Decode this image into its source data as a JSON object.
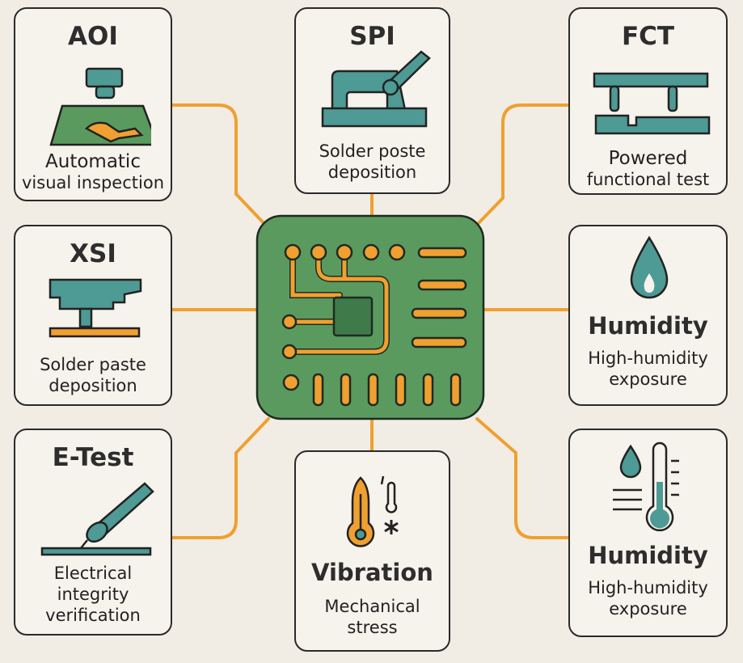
{
  "colors": {
    "background": "#f1ede4",
    "card": "#f6f2ec",
    "teal": "#4e9a94",
    "orange": "#f0a030",
    "pcb_green": "#5a9a5e",
    "outline": "#2a2a2a"
  },
  "center": {
    "icon": "pcb-chip-icon"
  },
  "nodes": {
    "aoi": {
      "title": "AOI",
      "desc": [
        "Automatic",
        "visual inspection"
      ],
      "icon": "camera-inspection-icon"
    },
    "spi": {
      "title": "SPI",
      "desc": [
        "Solder poste",
        "deposition"
      ],
      "icon": "solder-printer-icon"
    },
    "fct": {
      "title": "FCT",
      "desc": [
        "Powered",
        "functional test"
      ],
      "icon": "test-fixture-icon"
    },
    "xsi": {
      "title": "XSI",
      "desc": [
        "Solder paste",
        "deposition"
      ],
      "icon": "xray-head-icon"
    },
    "humidity1": {
      "title": "Humidity",
      "desc": [
        "High-humidity",
        "exposure"
      ],
      "icon": "water-drop-icon"
    },
    "etest": {
      "title": "E-Test",
      "desc": [
        "Electrical",
        "integrity",
        "verification"
      ],
      "icon": "probe-icon"
    },
    "vibration": {
      "title": "Vibration",
      "desc": [
        "Mechanical",
        "stress"
      ],
      "icon": "thermometer-icon"
    },
    "humidity2": {
      "title": "Humidity",
      "desc": [
        "High-humidity",
        "exposure"
      ],
      "icon": "thermometer-drop-icon"
    }
  }
}
